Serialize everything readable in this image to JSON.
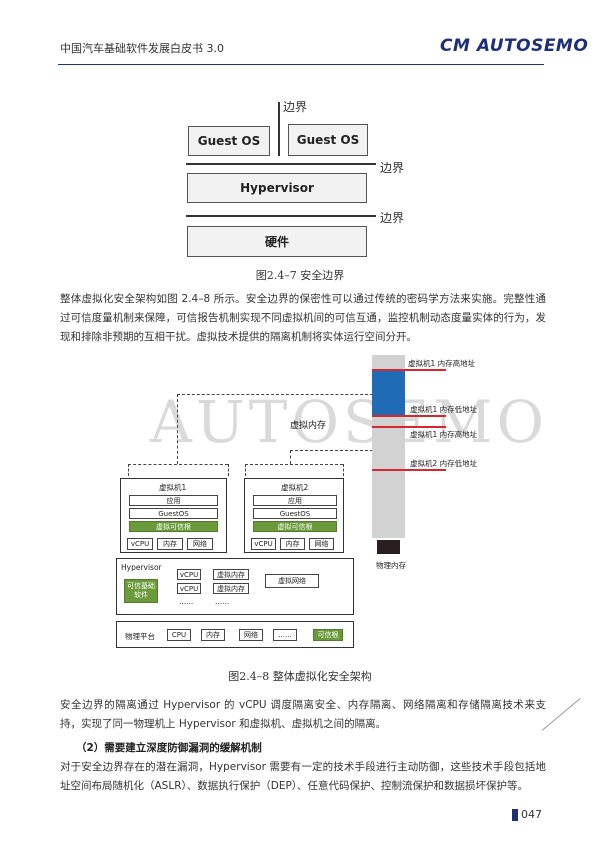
{
  "header": {
    "title": "中国汽车基础软件发展白皮书 3.0",
    "logo_prefix": "CM",
    "logo_text": "AUTOSEMO"
  },
  "figure1": {
    "guest_os_1": "Guest OS",
    "guest_os_2": "Guest OS",
    "hypervisor": "Hypervisor",
    "hardware": "硬件",
    "boundary_top": "边界",
    "boundary_mid": "边界",
    "boundary_bottom": "边界",
    "caption": "图2.4–7 安全边界"
  },
  "paragraph1": "整体虚拟化安全架构如图 2.4–8 所示。安全边界的保密性可以通过传统的密码学方法来实施。完整性通过可信度量机制来保障，可信报告机制实现不同虚拟机间的可信互通，监控机制动态度量实体的行为，发现和排除非预期的互相干扰。虚拟技术提供的隔离机制将实体运行空间分开。",
  "figure2": {
    "watermark": "AUTOSEMO",
    "virtual_memory": "虚拟内存",
    "vm1": {
      "title": "虚拟机1",
      "app": "应用",
      "guestos": "GuestOS",
      "trusted_root": "虚拟可信根",
      "vcpu": "vCPU",
      "memory": "内存",
      "network": "网络"
    },
    "vm2": {
      "title": "虚拟机2",
      "app": "应用",
      "guestos": "GuestOS",
      "trusted_root": "虚拟可信根",
      "vcpu": "vCPU",
      "memory": "内存",
      "network": "网络"
    },
    "hypervisor": {
      "title": "Hypervisor",
      "trusted_software": "可信基础软件",
      "vcpu1": "vCPU",
      "vcpu2": "vCPU",
      "dots1": "......",
      "vmem1": "虚拟内存",
      "vmem2": "虚拟内存",
      "dots2": "......",
      "vnet": "虚拟网络"
    },
    "platform": {
      "title": "物理平台",
      "cpu": "CPU",
      "memory": "内存",
      "network": "网络",
      "dots": "......",
      "trusted_root": "可信根"
    },
    "mem_labels": {
      "vm1_high": "虚拟机1 内存高地址",
      "vm1_low": "虚拟机1 内存低地址",
      "vm2_high": "虚拟机1 内存高地址",
      "vm2_low": "虚拟机2 内存低地址",
      "physical": "物理内存"
    },
    "colors": {
      "blue": "#1f6bb5",
      "red": "#d8262d",
      "green": "#6a9a3a"
    },
    "caption": "图2.4–8 整体虚拟化安全架构"
  },
  "paragraph2": "安全边界的隔离通过 Hypervisor 的 vCPU 调度隔离安全、内存隔离、网络隔离和存储隔离技术来支持，实现了同一物理机上 Hypervisor 和虚拟机、虚拟机之间的隔离。",
  "heading2": "（2）需要建立深度防御漏洞的缓解机制",
  "paragraph3": "对于安全边界存在的潜在漏洞，Hypervisor 需要有一定的技术手段进行主动防御，这些技术手段包括地址空间布局随机化（ASLR）、数据执行保护（DEP）、任意代码保护、控制流保护和数据损坏保护等。",
  "footer": {
    "page_number": "047"
  }
}
